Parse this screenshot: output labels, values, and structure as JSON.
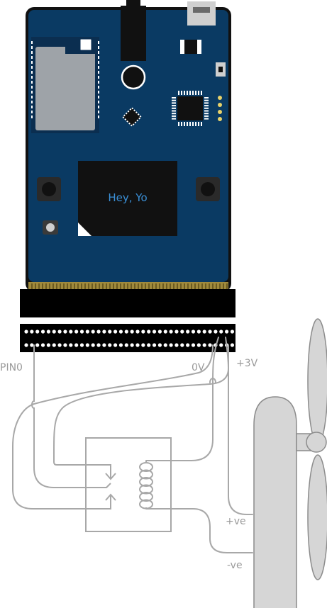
{
  "board": {
    "screen_text": "Hey, Yo",
    "board_color": "#0a3a63",
    "screen_text_color": "#3a8fd6"
  },
  "labels": {
    "pin0": "PIN0",
    "zero_v": "0V",
    "plus_3v": "+3V",
    "plus_ve": "+ve",
    "minus_ve": "-ve"
  },
  "colors": {
    "wire": "#a8a8a8",
    "relay_box": "#a8a8a8",
    "motor_body": "#d6d6d6",
    "connector": "#000000",
    "gold_edge": "#a08a3c"
  }
}
